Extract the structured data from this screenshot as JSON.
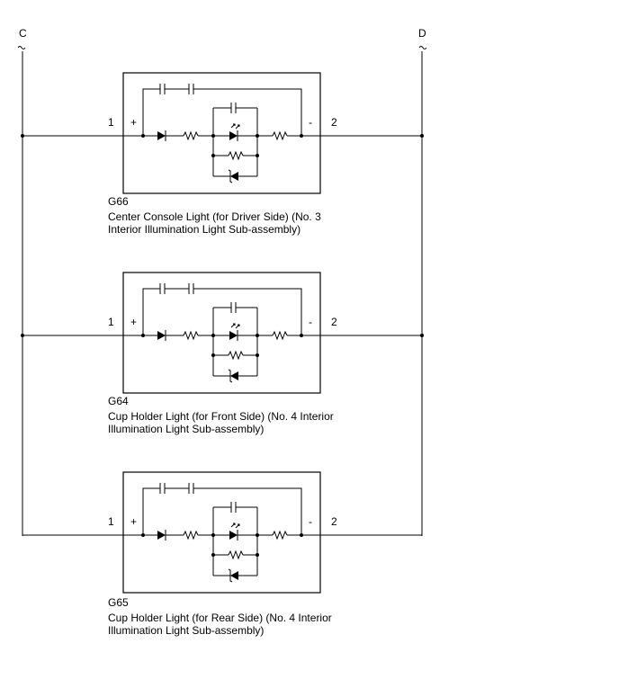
{
  "buses": {
    "left": "C",
    "right": "D"
  },
  "terminals": {
    "pin_left": "1",
    "pin_right": "2",
    "plus": "+",
    "minus": "-"
  },
  "components": [
    {
      "code": "G66",
      "line1": "Center Console Light (for Driver Side) (No. 3",
      "line2": "Interior Illumination Light Sub-assembly)"
    },
    {
      "code": "G64",
      "line1": "Cup Holder Light (for Front Side) (No. 4 Interior",
      "line2": "Illumination Light Sub-assembly)"
    },
    {
      "code": "G65",
      "line1": "Cup Holder Light (for Rear Side) (No. 4 Interior",
      "line2": "Illumination Light Sub-assembly)"
    }
  ]
}
